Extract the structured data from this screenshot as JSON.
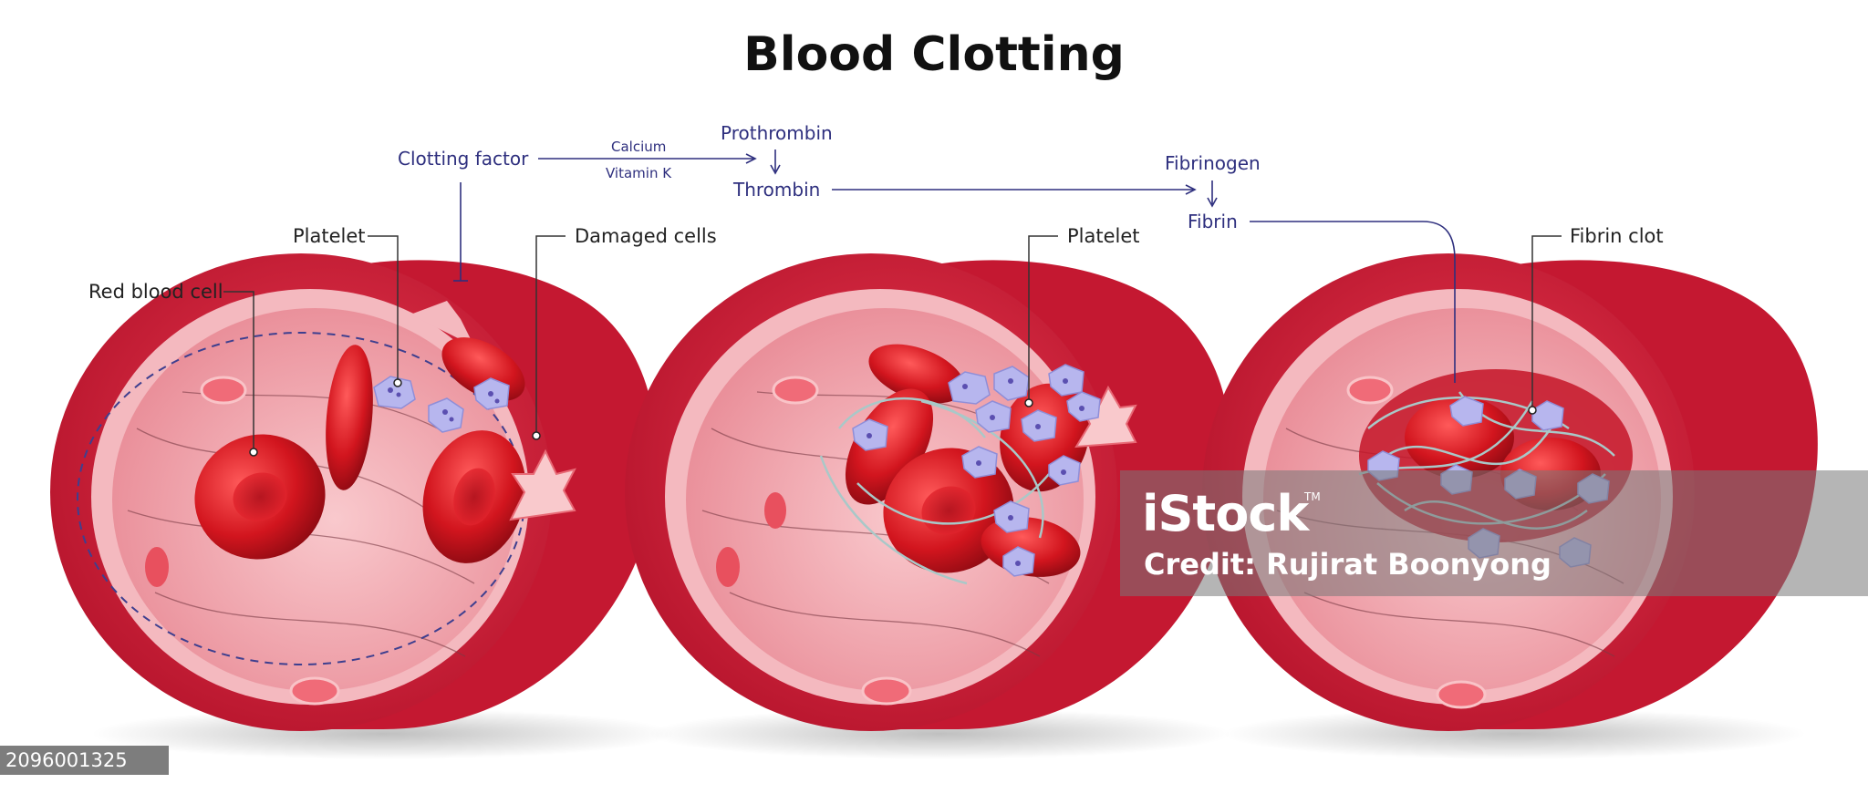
{
  "title": "Blood Clotting",
  "flow": {
    "clotting_factor": "Clotting factor",
    "calcium": "Calcium",
    "vitamin_k": "Vitamin K",
    "prothrombin": "Prothrombin",
    "thrombin": "Thrombin",
    "fibrinogen": "Fibrinogen",
    "fibrin": "Fibrin"
  },
  "labels": {
    "platelet_1": "Platelet",
    "red_blood_cell": "Red blood cell",
    "damaged_cells": "Damaged cells",
    "platelet_2": "Platelet",
    "fibrin_clot": "Fibrin clot"
  },
  "watermark": {
    "logo": "iStock",
    "tm": "TM",
    "credit": "Credit: Rujirat Boonyong"
  },
  "image_id": "2096001325",
  "colors": {
    "vessel_red": "#d81f3a",
    "vessel_inner": "#f3a7ae",
    "flow_text": "#2e2f7e",
    "platelet": "#b7b6ee",
    "fibrin": "#a9c8c8"
  }
}
